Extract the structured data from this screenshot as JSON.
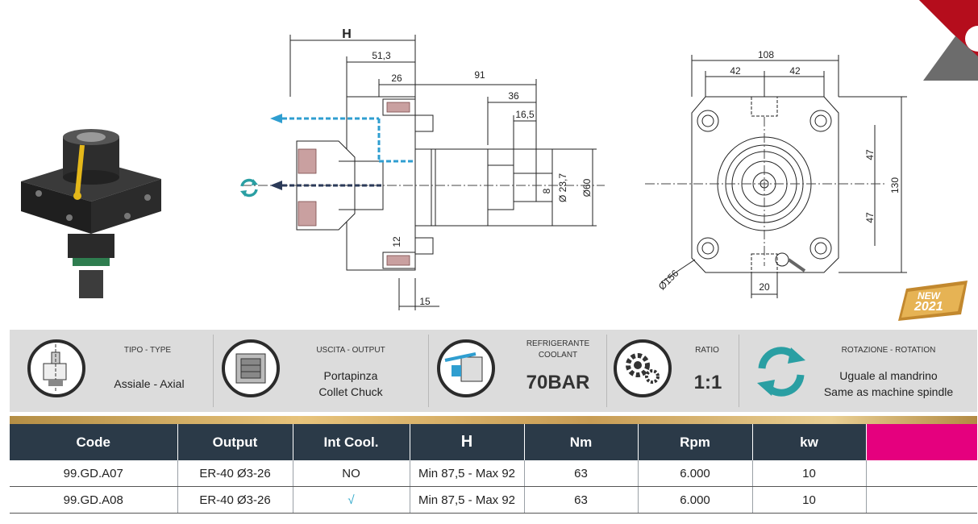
{
  "drawing": {
    "side": {
      "h_label": "H",
      "d1": "51,3",
      "d2": "26",
      "d3": "91",
      "d4": "36",
      "d5": "16,5",
      "d6": "8",
      "d7": "Ø 23,7",
      "d8": "Ø60",
      "d9": "12",
      "d10": "15"
    },
    "front": {
      "w_total": "108",
      "w_left": "42",
      "w_right": "42",
      "h_top": "47",
      "h_bottom": "47",
      "h_total": "130",
      "diam": "Ø156",
      "bottom": "20"
    },
    "badge": {
      "line1": "NEW",
      "line2": "2021"
    }
  },
  "info": [
    {
      "title": "TIPO - TYPE",
      "value": "Assiale - Axial",
      "icon": "axial-type-icon"
    },
    {
      "title": "USCITA - OUTPUT",
      "value_line1": "Portapinza",
      "value_line2": "Collet Chuck",
      "icon": "collet-chuck-icon"
    },
    {
      "title_line1": "REFRIGERANTE",
      "title_line2": "COOLANT",
      "value": "70BAR",
      "icon": "coolant-icon"
    },
    {
      "title": "RATIO",
      "value": "1:1",
      "icon": "gears-icon"
    },
    {
      "title": "ROTAZIONE - ROTATION",
      "value_line1": "Uguale al mandrino",
      "value_line2": "Same as machine spindle",
      "icon": "rotation-icon"
    }
  ],
  "table": {
    "headers": [
      "Code",
      "Output",
      "Int Cool.",
      "H",
      "Nm",
      "Rpm",
      "kw"
    ],
    "rows": [
      {
        "code": "99.GD.A07",
        "output": "ER-40 Ø3-26",
        "cool": "NO",
        "h": "Min 87,5 - Max 92",
        "nm": "63",
        "rpm": "6.000",
        "kw": "10"
      },
      {
        "code": "99.GD.A08",
        "output": "ER-40 Ø3-26",
        "cool": "√",
        "h": "Min 87,5 - Max 92",
        "nm": "63",
        "rpm": "6.000",
        "kw": "10"
      }
    ]
  },
  "colors": {
    "header_bg": "#2b3a48",
    "accent_pink": "#e5007e",
    "accent_teal": "#2a9fa3",
    "coolant_blue": "#2f9ed0",
    "gold": "#c89d55"
  }
}
